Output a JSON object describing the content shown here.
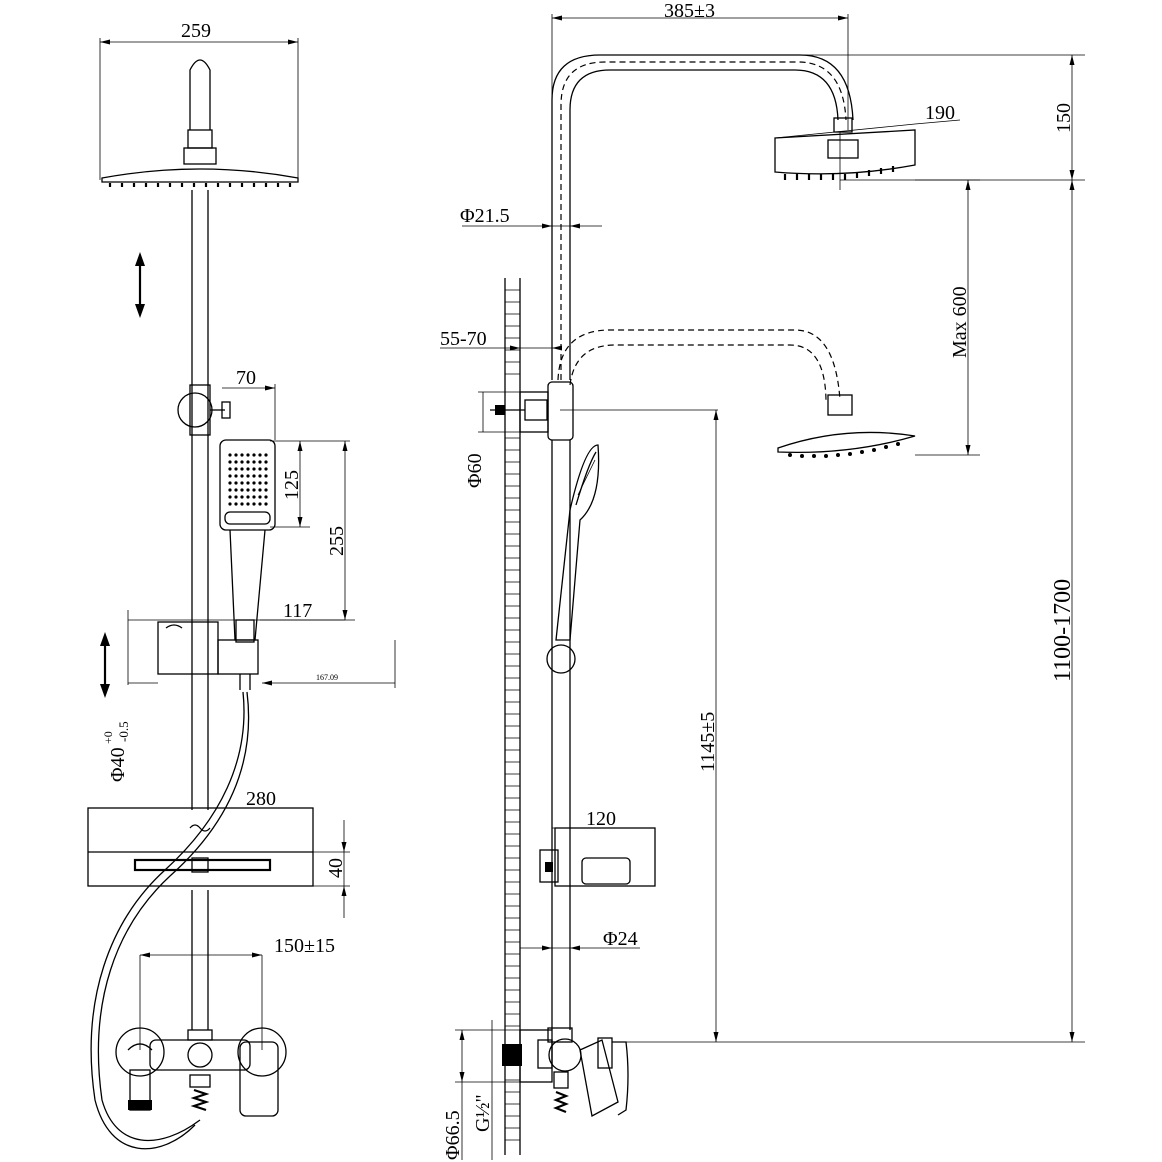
{
  "front_view": {
    "dim_head_width": "259",
    "dim_hand_offset": "70",
    "dim_hand_head": "125",
    "dim_hand_length": "255",
    "dim_holder": "117",
    "dim_small": "167.09",
    "dim_rail_diam": "Φ40",
    "dim_tol_upper": "+0",
    "dim_tol_lower": "-0.5",
    "dim_shelf_width": "280",
    "dim_shelf_height": "40",
    "dim_mixer_centers": "150±15"
  },
  "side_view": {
    "dim_arm_reach": "385±3",
    "dim_head_diam": "190",
    "dim_head_height": "150",
    "dim_pipe_diam": "Φ21.5",
    "dim_wall_offset": "55-70",
    "dim_bracket_diam": "Φ60",
    "dim_max_adjust": "Max 600",
    "dim_total_height": "1100-1700",
    "dim_bracket_height": "1145±5",
    "dim_shelf_depth": "120",
    "dim_lower_pipe": "Φ24",
    "dim_flange_diam": "Φ66.5",
    "dim_thread": "G½\""
  }
}
